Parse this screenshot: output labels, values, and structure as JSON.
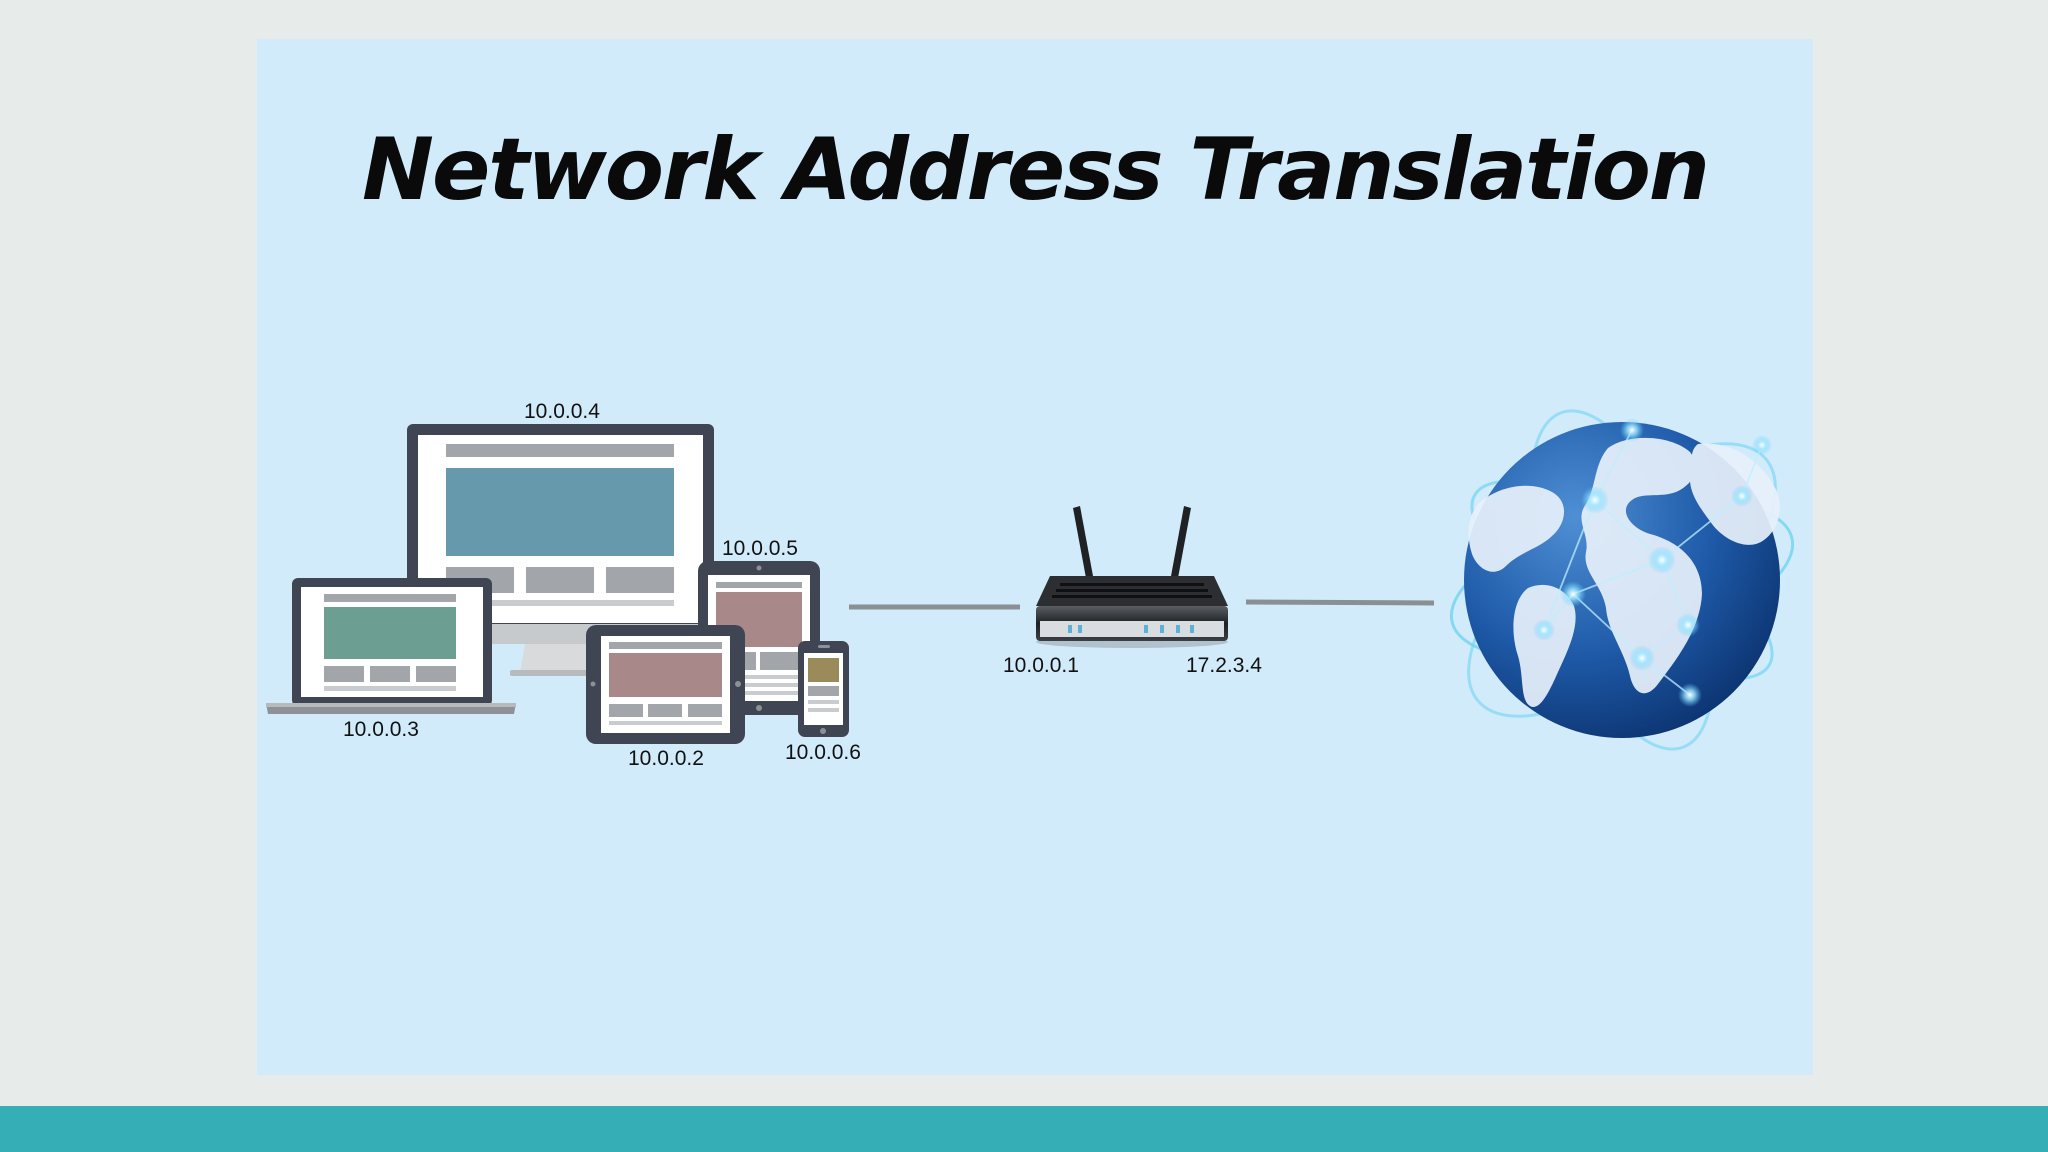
{
  "title": "Network Address Translation",
  "devices": {
    "monitor": {
      "ip": "10.0.0.4",
      "icon": "desktop-monitor-icon"
    },
    "laptop": {
      "ip": "10.0.0.3",
      "icon": "laptop-icon"
    },
    "tablet_small": {
      "ip": "10.0.0.5",
      "icon": "tablet-icon"
    },
    "tablet_large": {
      "ip": "10.0.0.2",
      "icon": "tablet-icon"
    },
    "phone": {
      "ip": "10.0.0.6",
      "icon": "smartphone-icon"
    }
  },
  "router": {
    "inside_ip": "10.0.0.1",
    "outside_ip": "17.2.3.4",
    "icon": "router-icon"
  },
  "internet": {
    "icon": "globe-icon"
  },
  "colors": {
    "slide_background": "#d2ebfb",
    "page_background": "#e7ebea",
    "footer_bar": "#36aeb5",
    "device_frame": "#3f4553",
    "connection_line": "#8a8f93"
  }
}
